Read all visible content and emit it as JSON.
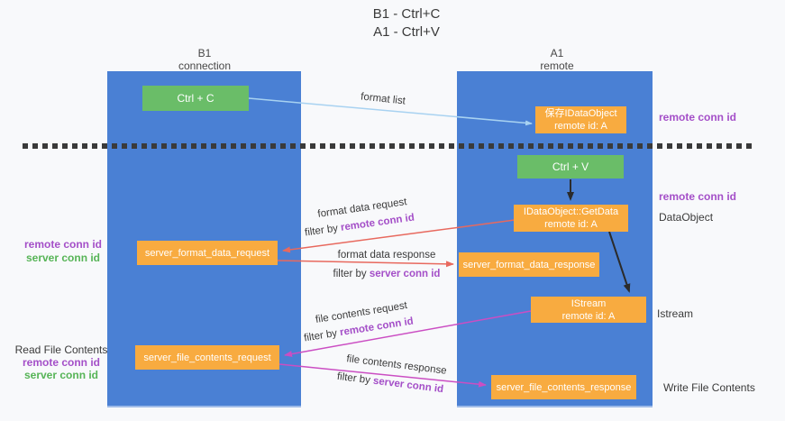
{
  "title": {
    "line1": "B1 - Ctrl+C",
    "line2": "A1 - Ctrl+V"
  },
  "lifelines": {
    "left": {
      "name": "B1",
      "role": "connection"
    },
    "right": {
      "name": "A1",
      "role": "remote"
    }
  },
  "boxes": {
    "ctrl_c": "Ctrl + C",
    "ctrl_v": "Ctrl + V",
    "save_idataobject": {
      "line1": "保存IDataObject",
      "line2": "remote id: A"
    },
    "getdata": {
      "line1": "IDataObject::GetData",
      "line2": "remote id: A"
    },
    "istream": {
      "line1": "IStream",
      "line2": "remote id: A"
    },
    "server_format_data_request": "server_format_data_request",
    "server_format_data_response": "server_format_data_response",
    "server_file_contents_request": "server_file_contents_request",
    "server_file_contents_response": "server_file_contents_response"
  },
  "arrows": {
    "format_list": "format list",
    "format_data_request": {
      "label": "format data request",
      "filter_prefix": "filter by ",
      "filter_id": "remote conn id"
    },
    "format_data_response": {
      "label": "format data response",
      "filter_prefix": "filter by ",
      "filter_id": "server conn id"
    },
    "file_contents_request": {
      "label": "file contents request",
      "filter_prefix": "filter by ",
      "filter_id": "remote conn id"
    },
    "file_contents_response": {
      "label": "file contents response",
      "filter_prefix": "filter by ",
      "filter_id": "server conn id"
    }
  },
  "side_labels": {
    "remote_conn_id": "remote conn id",
    "server_conn_id": "server conn id",
    "dataobject": "DataObject",
    "istream": "Istream",
    "read_file_contents": "Read File Contents",
    "write_file_contents": "Write File Contents"
  },
  "colors": {
    "lifeline_blue": "#4a80d4",
    "box_green": "#6abd68",
    "box_orange": "#f8ab40",
    "arrow_blue": "#a8d2f1",
    "arrow_red": "#e8695e",
    "arrow_magenta": "#cb4ec3",
    "label_purple": "#a44fc8",
    "label_green": "#56b456",
    "dash_black": "#3a3a3a"
  }
}
